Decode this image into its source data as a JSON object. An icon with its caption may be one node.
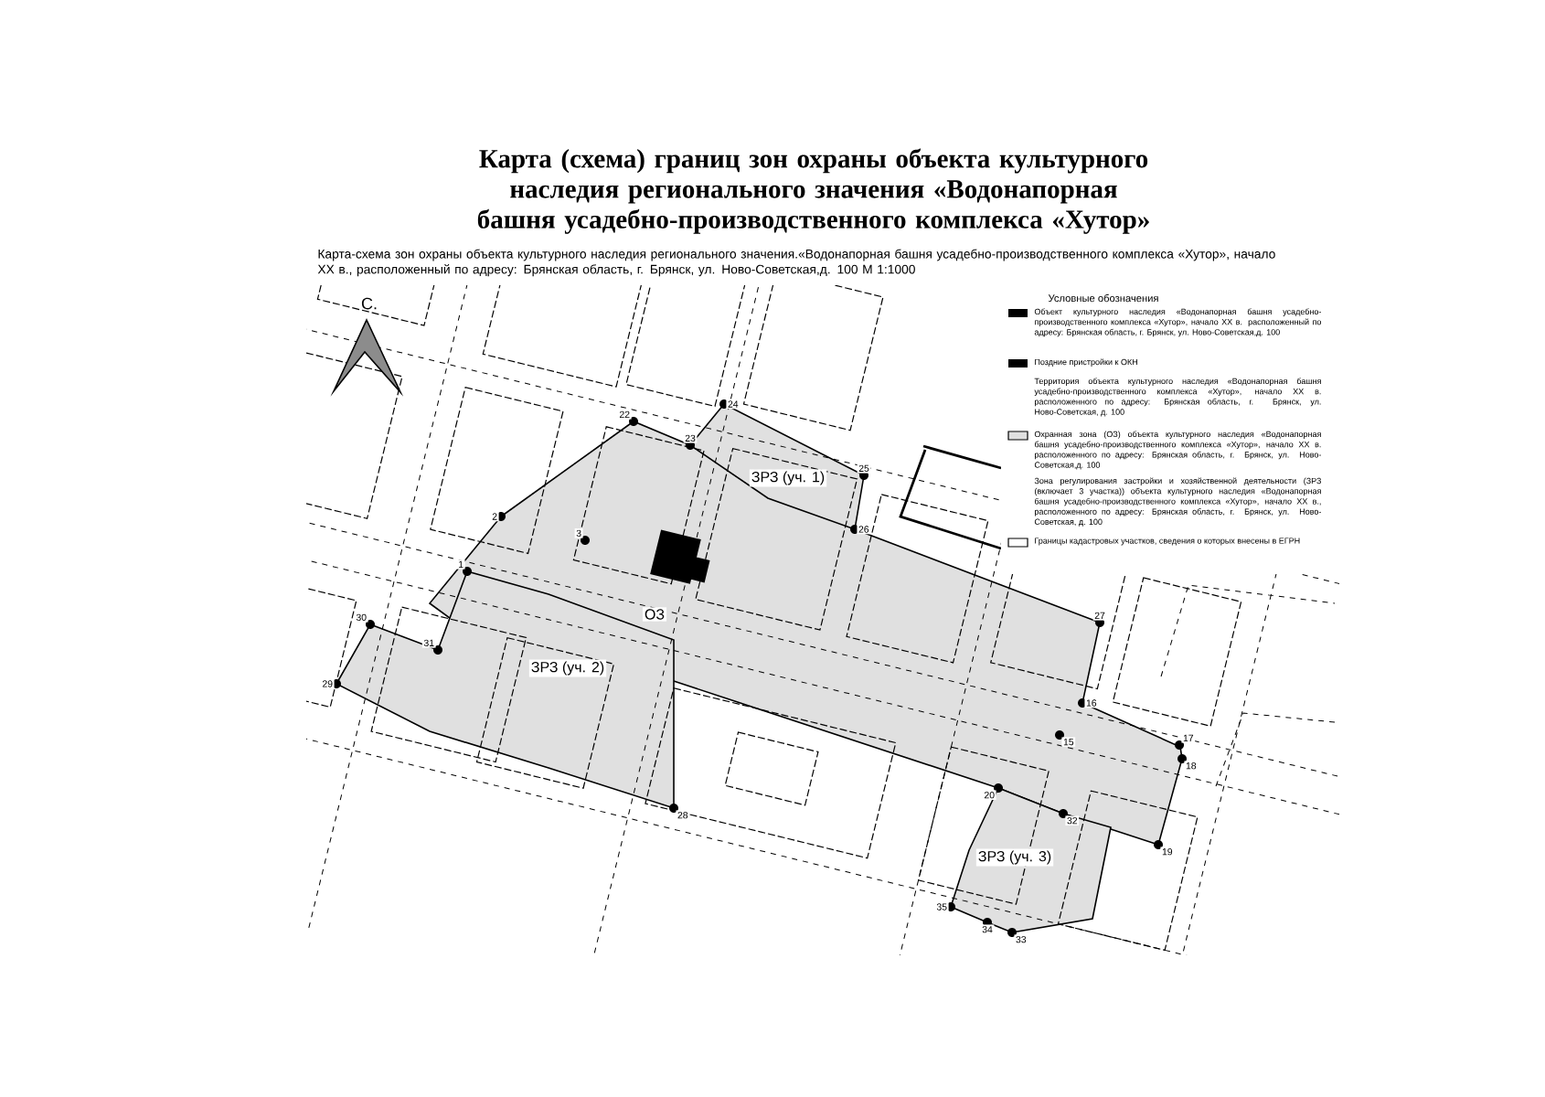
{
  "diagram": {
    "title": "Карта (схема) границ зон охраны объекта культурного наследия регионального значения «Водонапорная башня усадебно-производственного комплекса «Хутор»",
    "caption": "Карта-схема зон охраны объекта культурного наследия регионального значения.«Водонапорная башня усадебно-производственного комплекса «Хутор», начало XX в., расположенный по адресу: Брянская область, г. Брянск, ул. Ново-Советская,д. 100  М 1:1000",
    "labels": [
      "Условные обозначения",
      "С.",
      "24",
      "22",
      "23",
      "ЗРЗ (уч. 1)",
      "25",
      "2",
      "3",
      "26",
      "1",
      "ОЗ",
      "27",
      "30",
      "31",
      "ЗРЗ (уч. 2)",
      "29",
      "16",
      "15",
      "17",
      "18",
      "20",
      "28",
      "32",
      "19",
      "ЗРЗ (уч. 3)",
      "35",
      "34",
      "33"
    ],
    "legend": [
      {
        "text": "Объект культурного наследия «Водонапорная башня усадебно-производственного комплекса «Хутор», начало XX в. расположенный по адресу: Брянская область, г. Брянск, ул. Ново-Советская,д. 100",
        "color": "#000000"
      },
      {
        "text": "Поздние пристройки к ОКН",
        "color": "#000000"
      },
      {
        "text": "Территория объекта культурного наследия «Водонапорная башня усадебно-производственного комплекса «Хутор», начало XX в. расположенного по адресу: Брянская область, г. Брянск, ул. Ново-Советская, д. 100"
      },
      {
        "text": "Охранная зона (ОЗ) объекта культурного наследия «Водонапорная башня усадебно-производственного комплекса «Хутор», начало XX в. расположенного по адресу: Брянская область, г. Брянск, ул. Ново-Советская,д. 100"
      },
      {
        "text": "Зона регулирования застройки и хозяйственной деятельности (ЗРЗ (включает 3 участка)) объекта культурного наследия «Водонапорная башня усадебно-производственного комплекса «Хутор», начало XX в., расположенного по адресу: Брянская область, г. Брянск, ул. Ново-Советская, д. 100"
      },
      {
        "text": "Границы кадастровых участков, сведения о которых внесены в ЕГРН"
      }
    ]
  }
}
